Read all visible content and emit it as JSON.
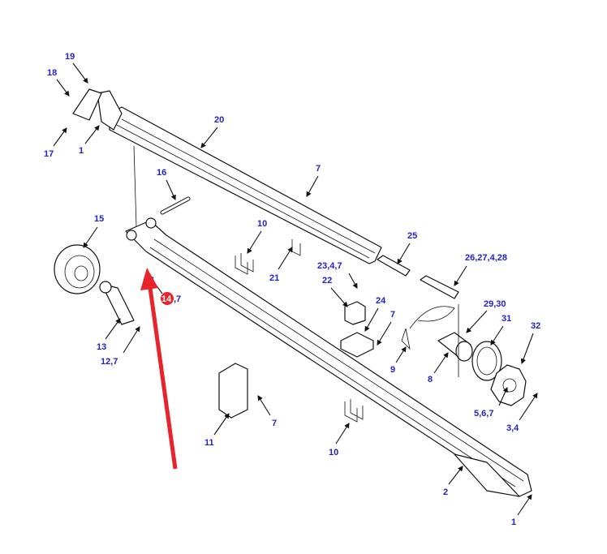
{
  "diagram": {
    "labels": {
      "l19": "19",
      "l18": "18",
      "l17": "17",
      "l1a": "1",
      "l20": "20",
      "l16": "16",
      "l7a": "7",
      "l15": "15",
      "l10a": "10",
      "l21": "21",
      "l25": "25",
      "l23": "23,4,7",
      "l22": "22",
      "l24": "24",
      "l7b": "7",
      "l26": "26,27,4,28",
      "l29": "29,30",
      "l31": "31",
      "l32": "32",
      "l9": "9",
      "l8": "8",
      "l5": "5,6,7",
      "l3": "3,4",
      "l14": "14",
      "l14b": ",7",
      "l13": "13",
      "l12": "12,7",
      "l11": "11",
      "l7c": "7",
      "l10b": "10",
      "l2": "2",
      "l1b": "1"
    },
    "highlight_color": "#e8232a",
    "label_color": "#2222cc"
  }
}
